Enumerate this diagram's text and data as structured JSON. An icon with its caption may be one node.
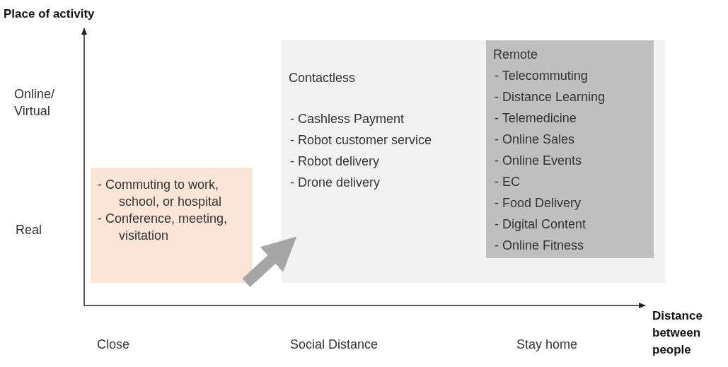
{
  "diagram": {
    "nodes": [
      {
        "text": [
          "- Commuting to work, school, or hospital",
          "- Conference, meeting, visitation"
        ]
      },
      {
        "text": [
          "Contactless",
          "- Cashless Payment",
          "- Robot customer service",
          "- Robot delivery",
          "- Drone delivery"
        ]
      },
      {
        "text": [
          "Remote",
          "- Telecommuting",
          "- Distance Learning",
          "- Telemedicine",
          "- Online Sales",
          "- Online Events",
          "- EC",
          "- Food Delivery",
          "- Digital Content",
          "- Online Fitness"
        ],
        "in": 1
      }
    ],
    "edges": [
      {
        "from": 0,
        "to": 1,
        "arrow": "to"
      }
    ],
    "labels": [
      "Place of activity",
      "Online/ Virtual",
      "Real",
      "Close",
      "Social Distance",
      "Stay home",
      "Distance between people"
    ]
  }
}
